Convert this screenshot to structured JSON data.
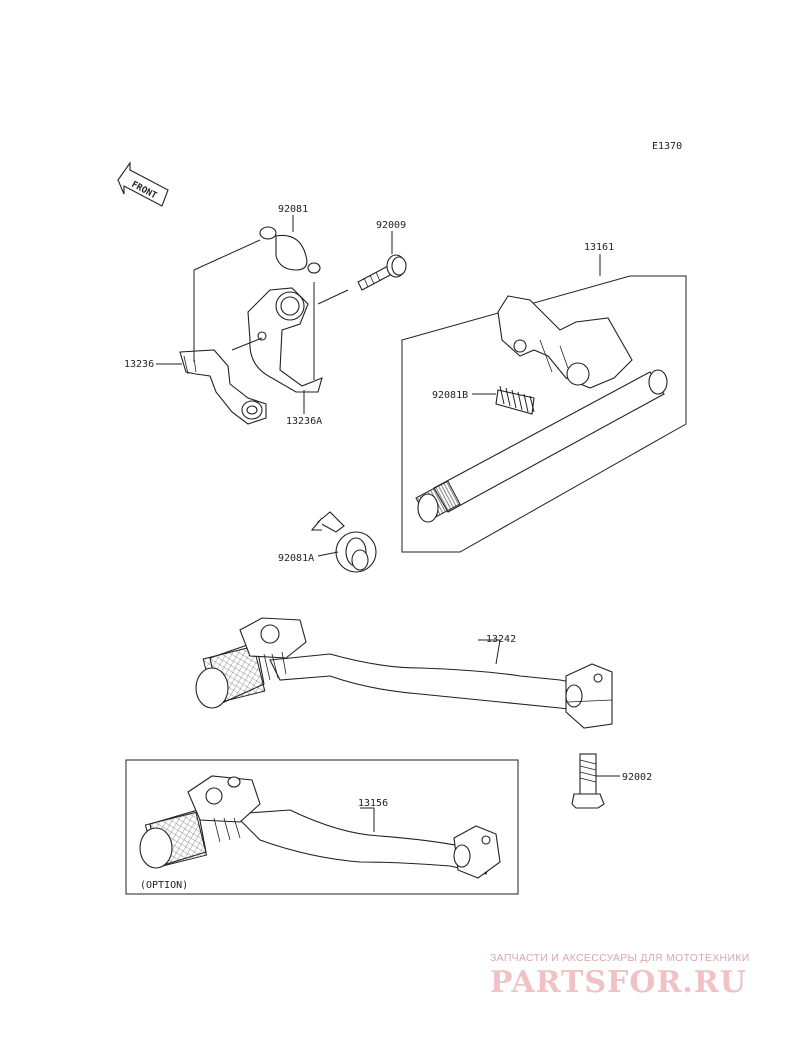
{
  "diagram": {
    "code": "E1370",
    "front_label": "FRONT",
    "option_label": "(OPTION)",
    "parts": {
      "p92081": "92081",
      "p92009": "92009",
      "p13161": "13161",
      "p13236": "13236",
      "p13236A": "13236A",
      "p92081B": "92081B",
      "p92081A": "92081A",
      "p13242": "13242",
      "p92002": "92002",
      "p13156": "13156"
    }
  },
  "watermark": {
    "tagline": "ЗАПЧАСТИ И АКСЕССУАРЫ ДЛЯ МОТОТЕХНИКИ",
    "logo": "PARTSFOR.RU"
  }
}
